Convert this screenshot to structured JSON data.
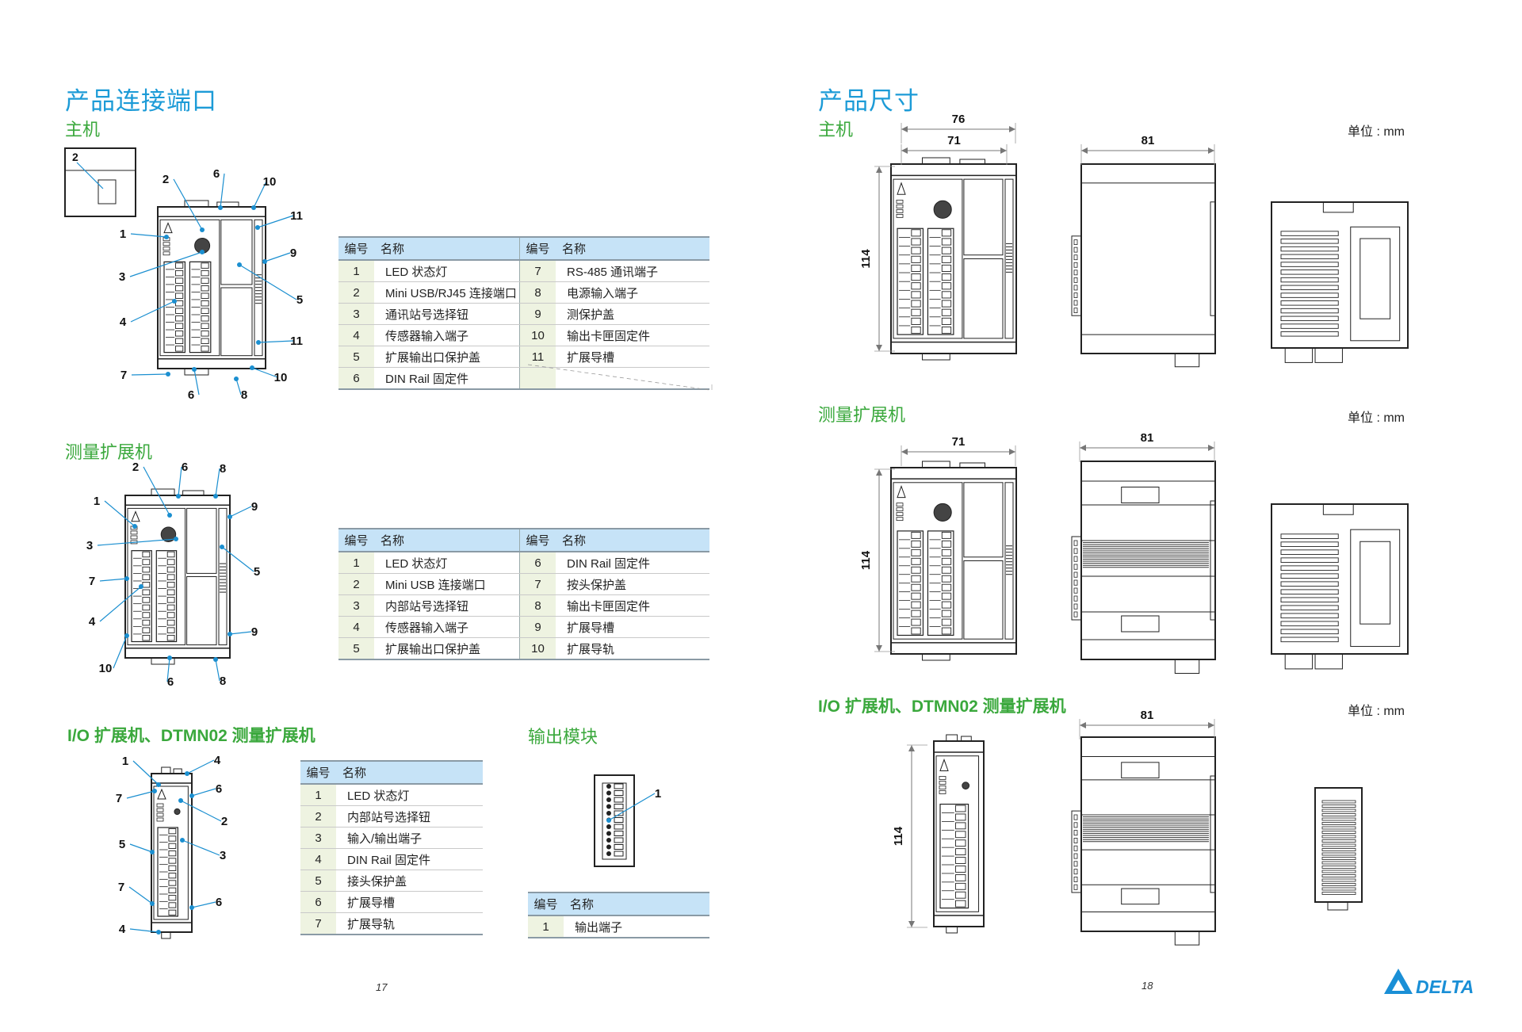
{
  "left_page": {
    "title": "产品连接端口",
    "main_unit": {
      "subtitle": "主机",
      "table": {
        "headers": [
          "编号",
          "名称",
          "编号",
          "名称"
        ],
        "rows": [
          [
            "1",
            "LED 状态灯",
            "7",
            "RS-485 通讯端子"
          ],
          [
            "2",
            "Mini USB/RJ45 连接端口",
            "8",
            "电源输入端子"
          ],
          [
            "3",
            "通讯站号选择钮",
            "9",
            "测保护盖"
          ],
          [
            "4",
            "传感器输入端子",
            "10",
            "输出卡匣固定件"
          ],
          [
            "5",
            "扩展输出口保护盖",
            "11",
            "扩展导槽"
          ],
          [
            "6",
            "DIN Rail 固定件",
            "",
            ""
          ]
        ]
      },
      "callouts": [
        "2",
        "6",
        "10",
        "11",
        "1",
        "9",
        "3",
        "5",
        "4",
        "11",
        "7",
        "10",
        "6",
        "8"
      ],
      "inset_callout": "2"
    },
    "measurement_unit": {
      "subtitle": "测量扩展机",
      "table": {
        "headers": [
          "编号",
          "名称",
          "编号",
          "名称"
        ],
        "rows": [
          [
            "1",
            "LED 状态灯",
            "6",
            "DIN Rail 固定件"
          ],
          [
            "2",
            "Mini USB 连接端口",
            "7",
            "按头保护盖"
          ],
          [
            "3",
            "内部站号选择钮",
            "8",
            "输出卡匣固定件"
          ],
          [
            "4",
            "传感器输入端子",
            "9",
            "扩展导槽"
          ],
          [
            "5",
            "扩展输出口保护盖",
            "10",
            "扩展导轨"
          ]
        ]
      },
      "callouts": [
        "2",
        "6",
        "8",
        "1",
        "9",
        "3",
        "5",
        "7",
        "4",
        "9",
        "10",
        "6",
        "8"
      ]
    },
    "io_unit": {
      "subtitle": "I/O 扩展机、DTMN02 测量扩展机",
      "table": {
        "headers": [
          "编号",
          "名称"
        ],
        "rows": [
          [
            "1",
            "LED 状态灯"
          ],
          [
            "2",
            "内部站号选择钮"
          ],
          [
            "3",
            "输入/输出端子"
          ],
          [
            "4",
            "DIN Rail 固定件"
          ],
          [
            "5",
            "接头保护盖"
          ],
          [
            "6",
            "扩展导槽"
          ],
          [
            "7",
            "扩展导轨"
          ]
        ]
      },
      "callouts": [
        "1",
        "4",
        "6",
        "7",
        "2",
        "5",
        "3",
        "7",
        "6",
        "4"
      ]
    },
    "output_module": {
      "subtitle": "输出模块",
      "table": {
        "headers": [
          "编号",
          "名称"
        ],
        "rows": [
          [
            "1",
            "输出端子"
          ]
        ]
      },
      "callouts": [
        "1"
      ]
    },
    "page_number": "17"
  },
  "right_page": {
    "title": "产品尺寸",
    "main_unit": {
      "subtitle": "主机",
      "unit": "单位 : mm",
      "dims": {
        "outer_width": "76",
        "inner_width": "71",
        "depth": "81",
        "height": "114"
      }
    },
    "measurement_unit": {
      "subtitle": "测量扩展机",
      "unit": "单位 : mm",
      "dims": {
        "width": "71",
        "depth": "81",
        "height": "114"
      }
    },
    "io_unit": {
      "subtitle": "I/O 扩展机、DTMN02 测量扩展机",
      "unit": "单位 : mm",
      "dims": {
        "depth": "81",
        "height": "114"
      }
    },
    "page_number": "18",
    "brand": "DELTA"
  },
  "colors": {
    "title": "#1c9bd7",
    "subtitle": "#3aa83c",
    "table_header": "#c6e3f7",
    "number_col": "#eef3e1",
    "leader": "#1b8fd0",
    "brand": "#1a8fd6"
  }
}
